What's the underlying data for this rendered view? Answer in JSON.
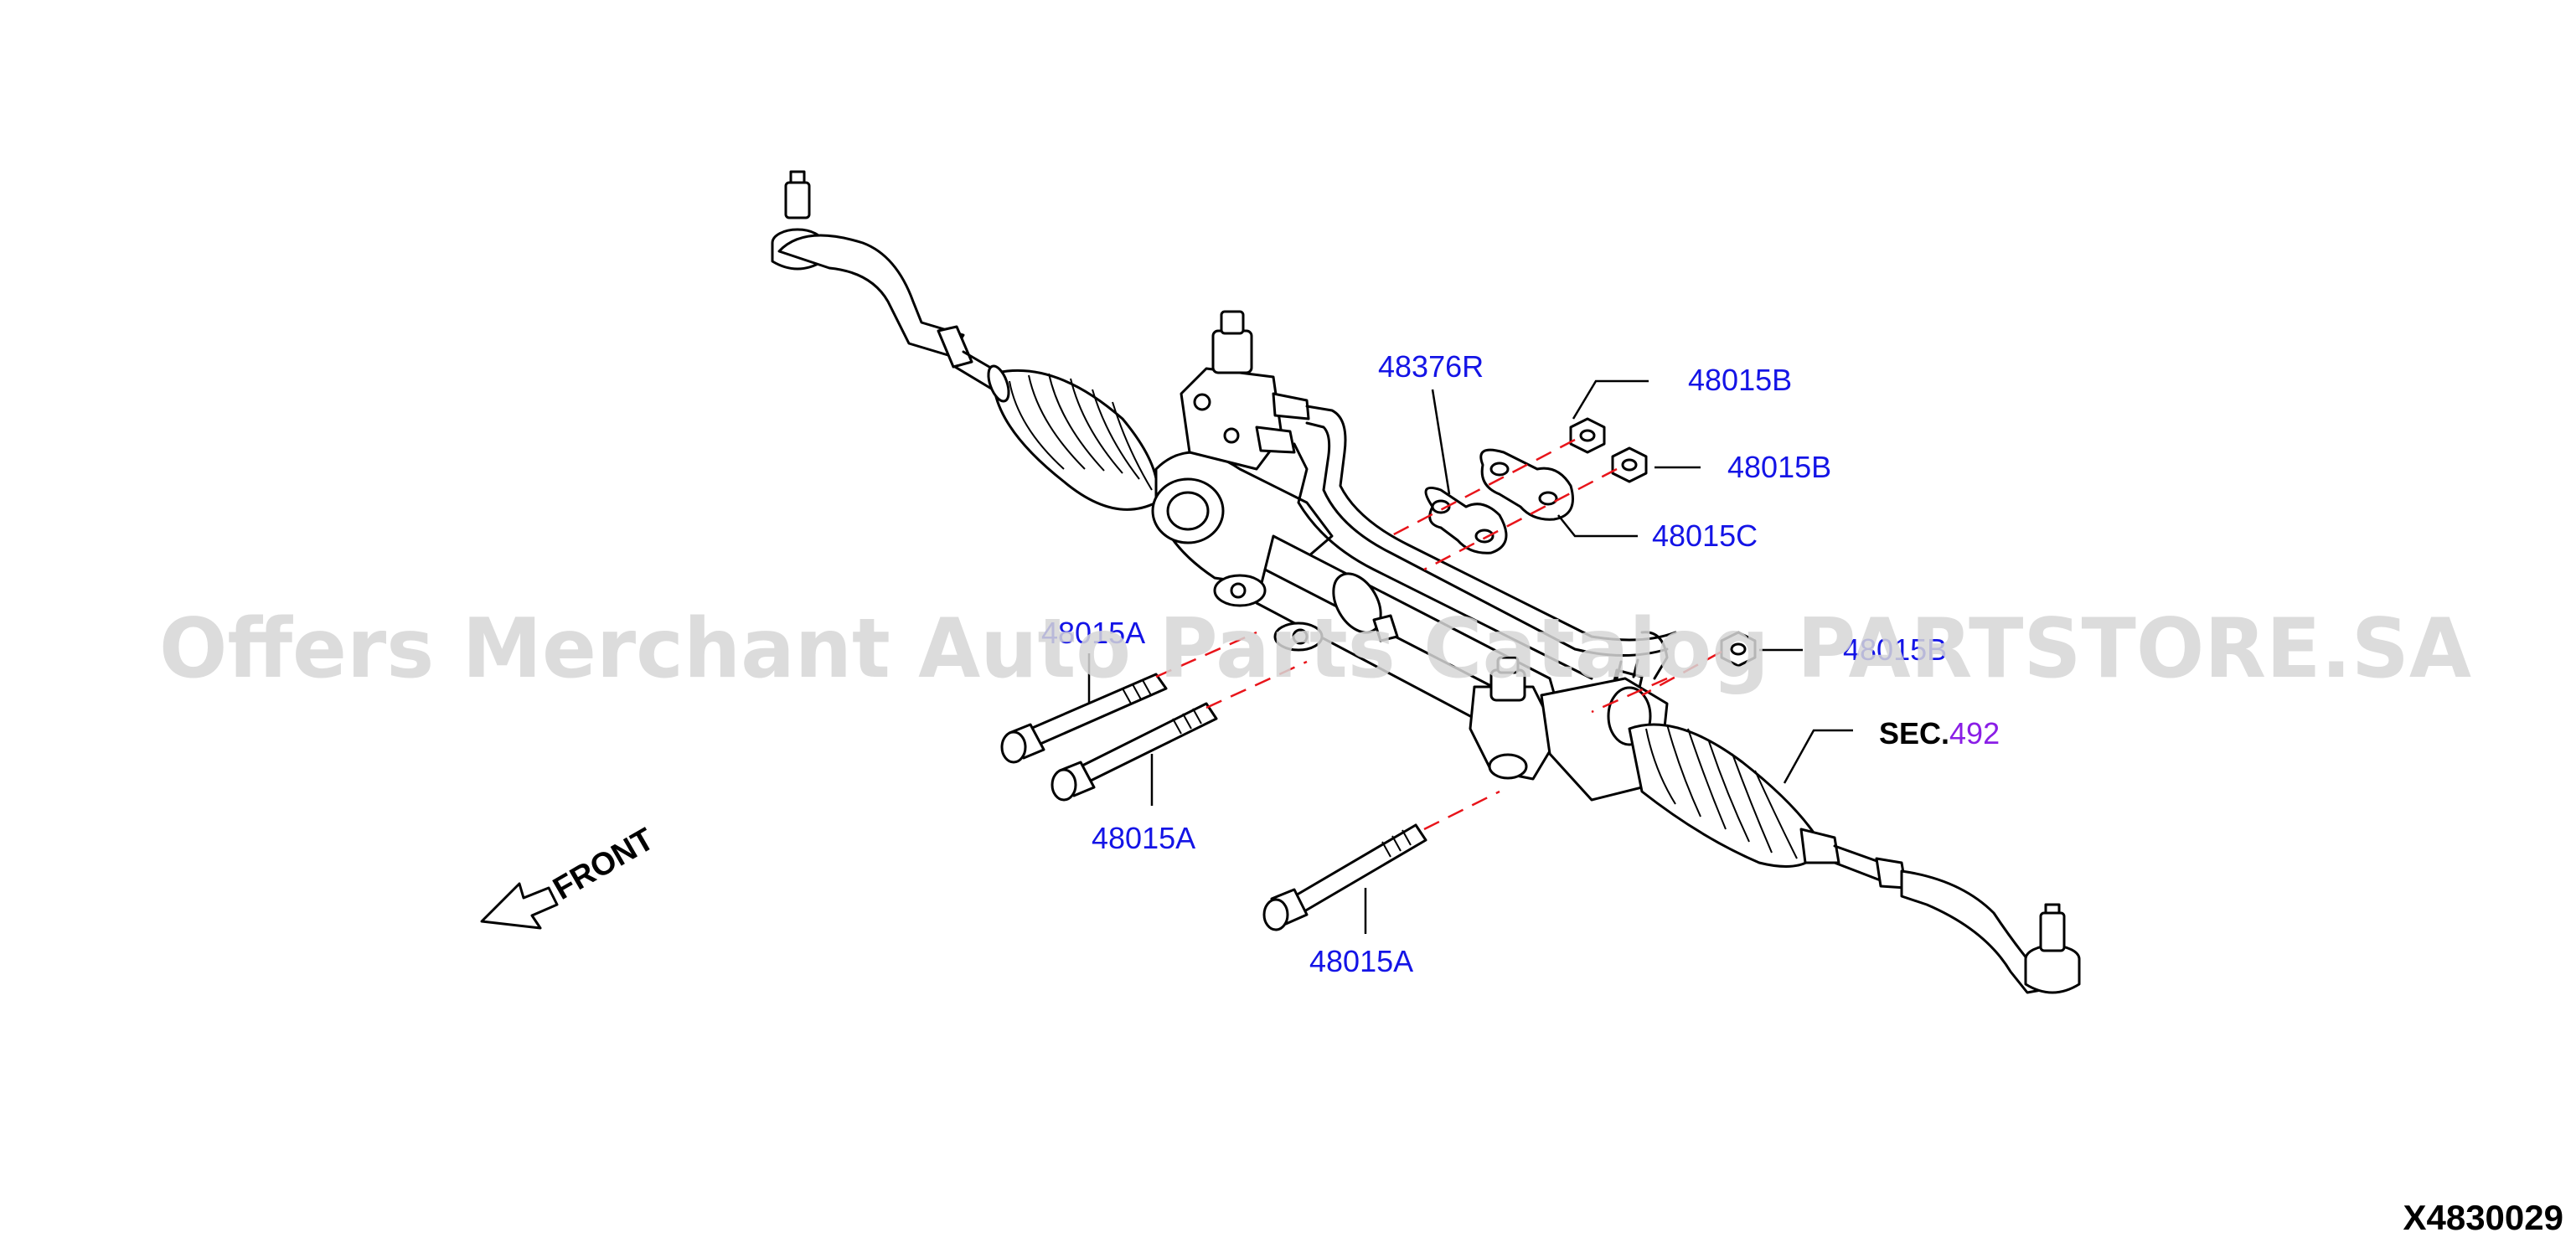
{
  "diagram": {
    "watermark": "Offers Merchant Auto Parts Catalog PARTSTORE.SA",
    "diagram_code": "X4830029",
    "front_label": "FRONT",
    "section_ref": {
      "prefix": "SEC.",
      "number": "492"
    },
    "part_labels": [
      "48376R",
      "48015B",
      "48015B",
      "48015C",
      "48015A",
      "48015B",
      "48015A",
      "48015A"
    ],
    "colors": {
      "label": "#1414e6",
      "section_number": "#8a1ee6",
      "guide_line": "#e8141a",
      "watermark": "#dcdcdc"
    }
  }
}
